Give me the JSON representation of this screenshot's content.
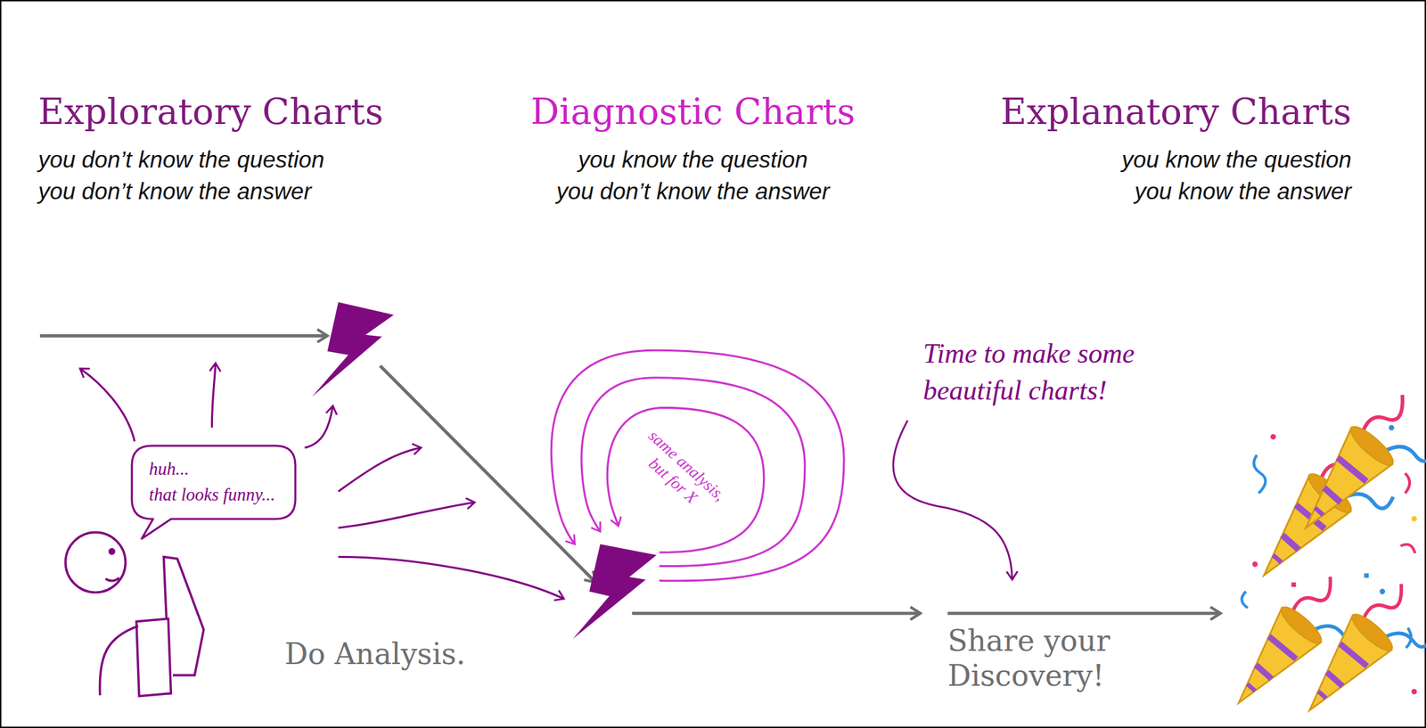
{
  "diagram": {
    "nodes": [
      {
        "text": [
          "huh...",
          "that looks funny..."
        ]
      }
    ],
    "labels": [
      "Exploratory Charts",
      "you don’t know the question",
      "you don’t know the answer",
      "Diagnostic Charts",
      "you know the question",
      "you don’t know the answer",
      "Explanatory Charts",
      "you know the question",
      "you know the answer",
      "same analysis, but for X",
      "Time to make some beautiful charts!",
      "Do Analysis.",
      "Share your Discovery!"
    ]
  }
}
